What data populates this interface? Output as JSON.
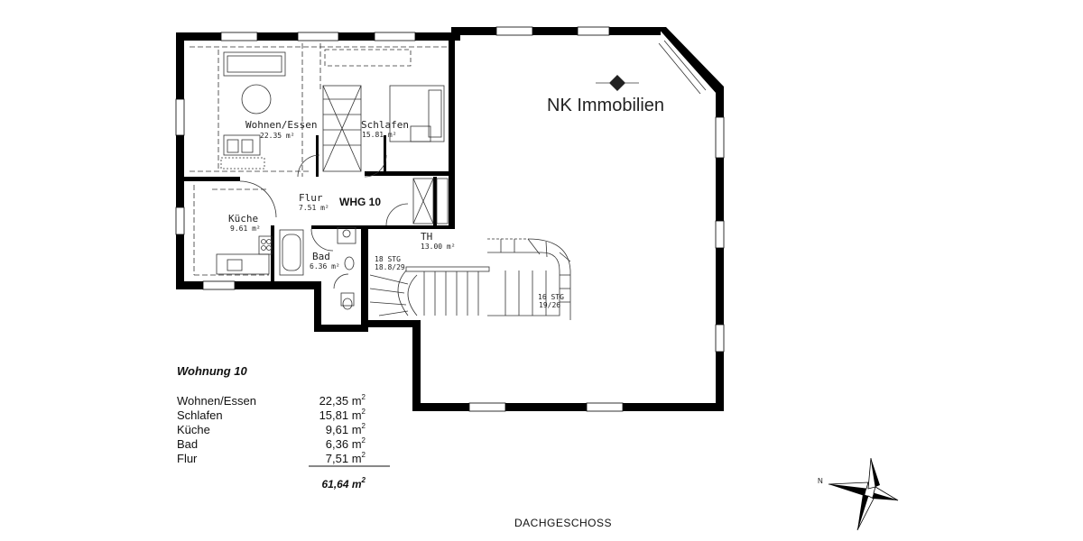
{
  "brand": {
    "name": "NK Immobilien"
  },
  "apartment_tag": "WHG 10",
  "rooms": {
    "wohnen": {
      "name": "Wohnen/Essen",
      "area": "22.35 m²"
    },
    "schlafen": {
      "name": "Schlafen",
      "area": "15.81 m²"
    },
    "flur": {
      "name": "Flur",
      "area": "7.51 m²"
    },
    "kueche": {
      "name": "Küche",
      "area": "9.61 m²"
    },
    "bad": {
      "name": "Bad",
      "area": "6.36 m²"
    },
    "th": {
      "name": "TH",
      "area": "13.00 m²"
    }
  },
  "stairs": {
    "left": {
      "steps": "18 STG",
      "ratio": "18.8/29"
    },
    "right": {
      "steps": "16 STG",
      "ratio": "19/26"
    }
  },
  "legend": {
    "title": "Wohnung 10",
    "items": [
      {
        "name": "Wohnen/Essen",
        "value": "22,35 m"
      },
      {
        "name": "Schlafen",
        "value": "15,81 m"
      },
      {
        "name": "Küche",
        "value": "9,61 m"
      },
      {
        "name": "Bad",
        "value": "6,36 m"
      },
      {
        "name": "Flur",
        "value": "7,51 m"
      }
    ],
    "unit_sup": "2",
    "total": "61,64 m"
  },
  "floor_label": "DACHGESCHOSS",
  "compass": {
    "north": "N"
  }
}
